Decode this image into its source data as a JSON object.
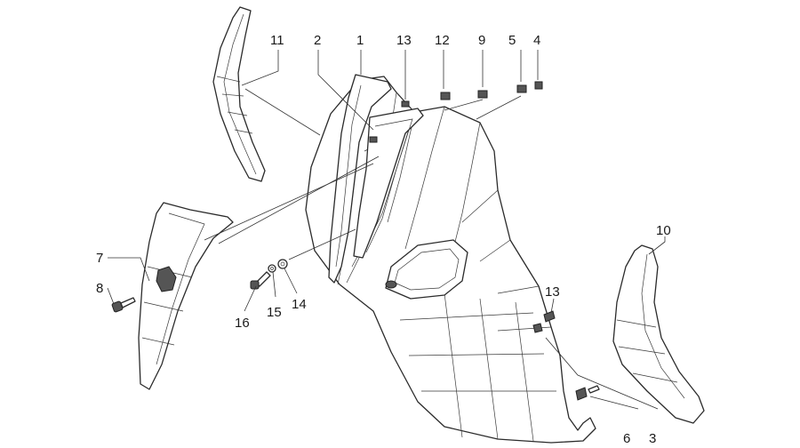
{
  "diagram": {
    "callouts": {
      "c1": "1",
      "c2": "2",
      "c3": "3",
      "c4": "4",
      "c5": "5",
      "c6": "6",
      "c7": "7",
      "c8": "8",
      "c9": "9",
      "c10": "10",
      "c11": "11",
      "c12": "12",
      "c13_top": "13",
      "c13_mid": "13",
      "c14": "14",
      "c15": "15",
      "c16": "16"
    }
  }
}
